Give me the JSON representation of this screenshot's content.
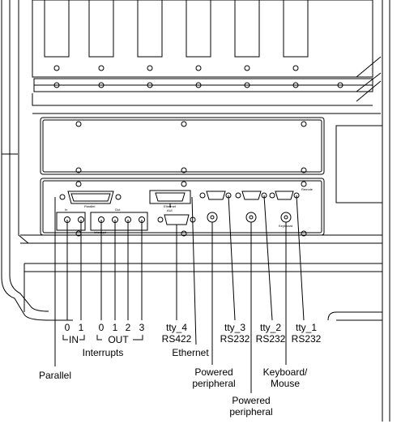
{
  "labels": {
    "in_0": "0",
    "in_1": "1",
    "in_group": "IN",
    "out_0": "0",
    "out_1": "1",
    "out_2": "2",
    "out_3": "3",
    "out_group": "OUT",
    "interrupts": "Interrupts",
    "parallel": "Parallel",
    "tty4_a": "tty_4",
    "tty4_b": "RS422",
    "ethernet": "Ethernet",
    "powered1_a": "Powered",
    "powered1_b": "peripheral",
    "tty3_a": "tty_3",
    "tty3_b": "RS232",
    "powered2_a": "Powered",
    "powered2_b": "peripheral",
    "tty2_a": "tty_2",
    "tty2_b": "RS232",
    "kbd_a": "Keyboard/",
    "kbd_b": "Mouse",
    "tty1_a": "tty_1",
    "tty1_b": "RS232"
  },
  "panel_print": {
    "parallel": "Parallel",
    "in": "In",
    "out": "Out",
    "interrupt": "Interrupt",
    "ethernet": "Ethernet",
    "aui": "AUI",
    "remote": "Remote",
    "keyboard": "Keyboard"
  },
  "colors": {
    "line": "#000000",
    "background": "#ffffff"
  }
}
